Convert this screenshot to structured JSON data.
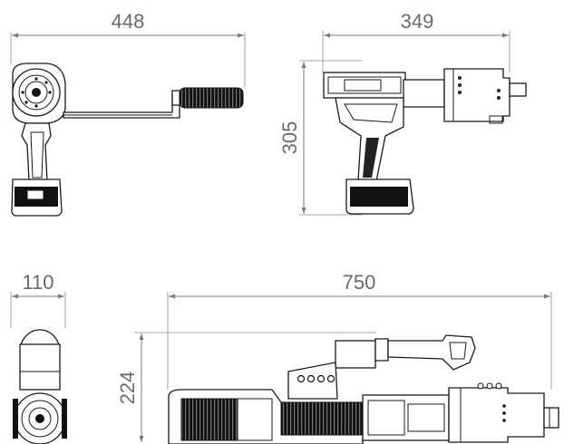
{
  "dimensions": {
    "front_width": "448",
    "side_width": "349",
    "side_height": "305",
    "end_width": "110",
    "top_length": "750",
    "top_height": "224"
  },
  "colors": {
    "line": "#1a1a1a",
    "dimension": "#7a7a7a",
    "text": "#6b6b6b"
  }
}
